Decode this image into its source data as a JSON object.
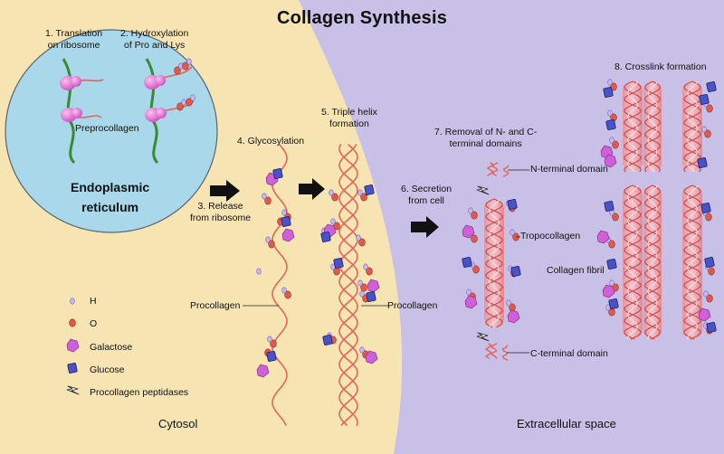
{
  "title": "Collagen Synthesis",
  "steps": {
    "s1": "1. Translation\non ribosome",
    "s2": "2. Hydroxylation\nof Pro and Lys",
    "s3": "3. Release\nfrom ribosome",
    "s4": "4. Glycosylation",
    "s5": "5. Triple helix\nformation",
    "s6": "6. Secretion\nfrom cell",
    "s7": "7. Removal of N- and C-\nterminal domains",
    "s8": "8. Crosslink formation"
  },
  "labels": {
    "preprocollagen": "Preprocollagen",
    "er": "Endoplasmic\nreticulum",
    "procollagen_a": "Procollagen",
    "procollagen_b": "Procollagen",
    "n_terminal": "N-terminal domain",
    "c_terminal": "C-terminal domain",
    "tropocollagen": "Tropocollagen",
    "collagen_fibril": "Collagen fibril",
    "cytosol": "Cytosol",
    "extracellular": "Extracellular space"
  },
  "legend": {
    "h": "H",
    "o": "O",
    "galactose": "Galactose",
    "glucose": "Glucose",
    "peptidases": "Procollagen peptidases"
  },
  "colors": {
    "cytosol": "#f6e4b3",
    "extracellular": "#c8c0e6",
    "er": "#a8d8ea",
    "chain": "#e0665c",
    "hydrogen": "#c8b6f0",
    "oxygen": "#e05a4c",
    "galactose": "#d060d8",
    "glucose": "#4a52c8",
    "ribosome": "#e27ad4",
    "mrna": "#3a8a30"
  }
}
